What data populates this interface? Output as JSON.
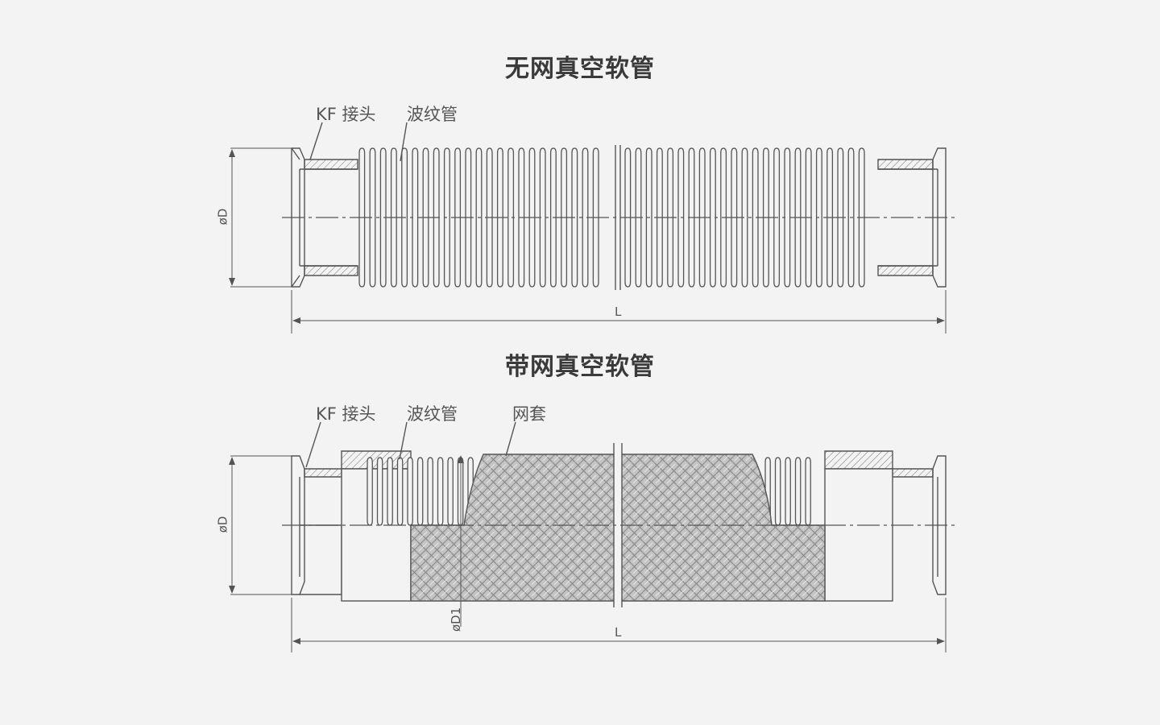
{
  "top": {
    "title": "无网真空软管",
    "label_connector": "KF 接头",
    "label_bellows": "波纹管",
    "dim_diameter": "øD",
    "dim_length": "L"
  },
  "bottom": {
    "title": "带网真空软管",
    "label_connector": "KF 接头",
    "label_bellows": "波纹管",
    "label_sleeve": "网套",
    "dim_diameter": "øD",
    "dim_inner_diameter": "øD1",
    "dim_length": "L"
  },
  "colors": {
    "line": "#555555",
    "hatch": "#777777",
    "mesh": "#bdbdbd",
    "background": "#f3f3f3"
  }
}
